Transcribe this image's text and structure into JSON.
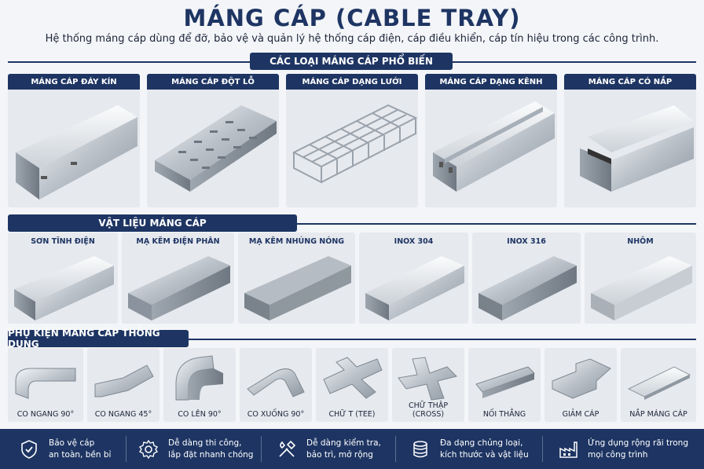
{
  "header": {
    "title": "MÁNG CÁP (CABLE TRAY)",
    "subtitle": "Hệ thống máng cáp dùng để đỡ, bảo vệ và quản lý hệ thống cáp điện, cáp điều khiển, cáp tín hiệu trong các công trình."
  },
  "types": {
    "heading": "CÁC LOẠI MÁNG CÁP PHỔ BIẾN",
    "items": [
      "MÁNG CÁP ĐÁY KÍN",
      "MÁNG CÁP ĐỘT LỖ",
      "MÁNG CÁP DẠNG LƯỚI",
      "MÁNG CÁP DẠNG KÊNH",
      "MÁNG CÁP CÓ NẮP"
    ]
  },
  "materials": {
    "heading": "VẬT LIỆU MÁNG CÁP",
    "items": [
      "SƠN TĨNH ĐIỆN",
      "MẠ KẼM ĐIỆN PHÂN",
      "MẠ KẼM NHÚNG NÓNG",
      "INOX 304",
      "INOX 316",
      "NHÔM"
    ]
  },
  "accessories": {
    "heading": "PHỤ KIỆN MÁNG CÁP THÔNG DỤNG",
    "items": [
      "CO NGANG 90°",
      "CO NGANG 45°",
      "CO LÊN 90°",
      "CO XUỐNG 90°",
      "CHỮ T (TEE)",
      "CHỮ THẬP (CROSS)",
      "NỐI THẲNG",
      "GIẢM CÁP",
      "NẮP MÁNG CÁP"
    ]
  },
  "features": [
    {
      "icon": "shield-check-icon",
      "line1": "Bảo vệ cáp",
      "line2": "an toàn, bền bỉ"
    },
    {
      "icon": "gear-icon",
      "line1": "Dễ dàng thi công,",
      "line2": "lắp đặt nhanh chóng"
    },
    {
      "icon": "tools-icon",
      "line1": "Dễ dàng kiểm tra,",
      "line2": "bảo trì, mở rộng"
    },
    {
      "icon": "database-icon",
      "line1": "Đa dạng chủng loại,",
      "line2": "kích thước và vật liệu"
    },
    {
      "icon": "factory-icon",
      "line1": "Ứng dụng rộng rãi trong",
      "line2": "mọi công trình"
    }
  ]
}
